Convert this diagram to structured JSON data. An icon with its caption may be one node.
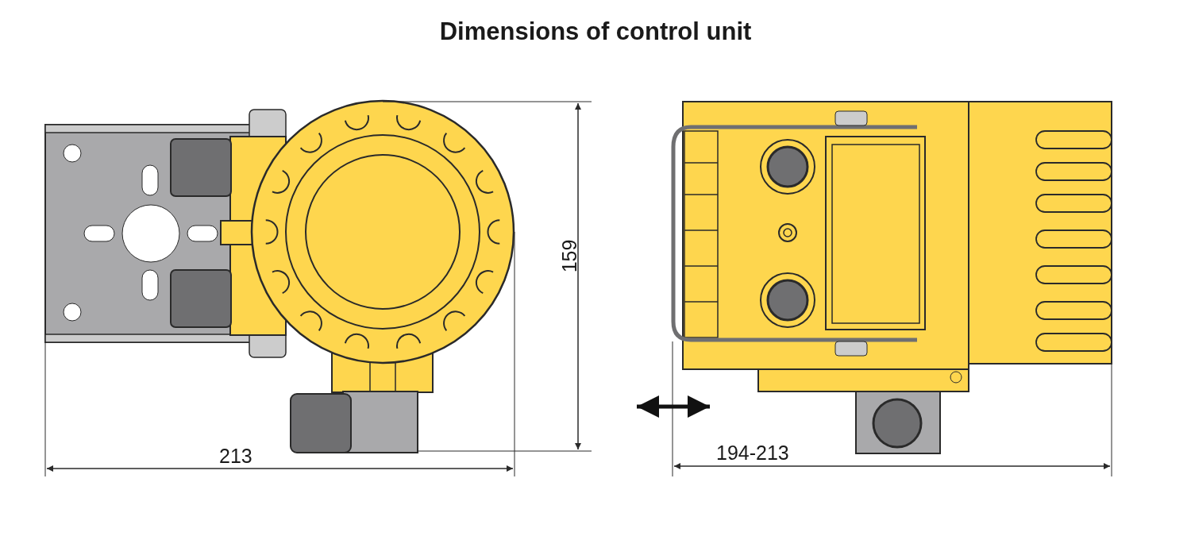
{
  "diagram": {
    "title": "Dimensions of control unit",
    "labels": [
      "213",
      "159",
      "194-213"
    ]
  }
}
